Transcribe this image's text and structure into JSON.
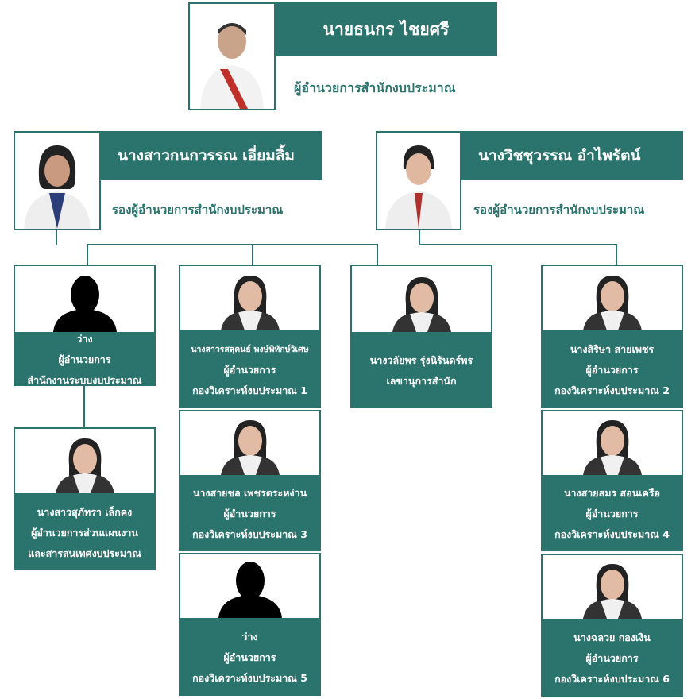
{
  "director": {
    "name": "นายธนกร ไชยศรี",
    "title": "ผู้อำนวยการสำนักงบประมาณ"
  },
  "deputies": [
    {
      "name": "นางสาวกนกวรรณ เอี่ยมลิ้ม",
      "title": "รองผู้อำนวยการสำนักงบประมาณ"
    },
    {
      "name": "นางวิชชุวรรณ อำไพรัตน์",
      "title": "รองผู้อำนวยการสำนักงบประมาณ"
    }
  ],
  "cards": [
    {
      "name": "ว่าง",
      "position": "ผู้อำนวยการ",
      "unit": "สำนักงานระบบงบประมาณ",
      "photo": "vacant-silhouette-icon"
    },
    {
      "name": "นางสาวสุภัทรา เล็กคง",
      "position": "ผู้อำนวยการส่วนแผนงาน",
      "unit": "และสารสนเทศงบประมาณ",
      "photo": "person-photo"
    },
    {
      "name": "นางสาวรสสุคนธ์ พงษ์พิทักษ์วิเศษ",
      "position": "ผู้อำนวยการ",
      "unit": "กองวิเคราะห์งบประมาณ 1",
      "photo": "person-photo"
    },
    {
      "name": "นางสายชล เพชรตระหง่าน",
      "position": "ผู้อำนวยการ",
      "unit": "กองวิเคราะห์งบประมาณ 3",
      "photo": "person-photo"
    },
    {
      "name": "ว่าง",
      "position": "ผู้อำนวยการ",
      "unit": "กองวิเคราะห์งบประมาณ 5",
      "photo": "vacant-silhouette-icon"
    },
    {
      "name": "นางวลัยพร รุ่งนิรันดร์พร",
      "position": "เลขานุการสำนัก",
      "unit": "",
      "photo": "person-photo"
    },
    {
      "name": "นางสิริษา สายเพชร",
      "position": "ผู้อำนวยการ",
      "unit": "กองวิเคราะห์งบประมาณ 2",
      "photo": "person-photo"
    },
    {
      "name": "นางสายสมร สอนเครือ",
      "position": "ผู้อำนวยการ",
      "unit": "กองวิเคราะห์งบประมาณ 4",
      "photo": "person-photo"
    },
    {
      "name": "นางฉลวย กองเงิน",
      "position": "ผู้อำนวยการ",
      "unit": "กองวิเคราะห์งบประมาณ 6",
      "photo": "person-photo"
    }
  ],
  "colors": {
    "teal": "#2b736d"
  }
}
